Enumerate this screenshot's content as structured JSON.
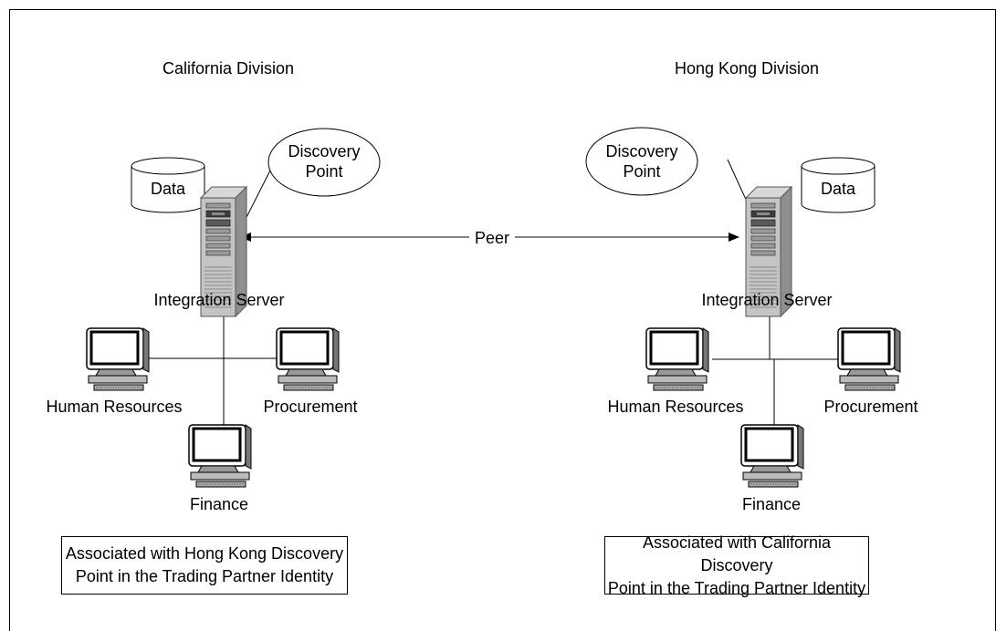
{
  "left_division": {
    "title": "California Division",
    "discovery": {
      "line1": "Discovery",
      "line2": "Point"
    },
    "data_label": "Data",
    "server_label": "Integration Server",
    "clients": {
      "hr": "Human Resources",
      "procurement": "Procurement",
      "finance": "Finance"
    },
    "note": {
      "line1": "Associated with Hong Kong Discovery",
      "line2": "Point in the Trading Partner Identity"
    }
  },
  "right_division": {
    "title": "Hong Kong Division",
    "discovery": {
      "line1": "Discovery",
      "line2": "Point"
    },
    "data_label": "Data",
    "server_label": "Integration Server",
    "clients": {
      "hr": "Human Resources",
      "procurement": "Procurement",
      "finance": "Finance"
    },
    "note": {
      "line1": "Associated with California Discovery",
      "line2": "Point in the Trading Partner Identity"
    }
  },
  "peer_label": "Peer",
  "icons": {
    "server": "server-tower-icon",
    "computer": "desktop-computer-icon",
    "database": "database-cylinder-icon"
  }
}
